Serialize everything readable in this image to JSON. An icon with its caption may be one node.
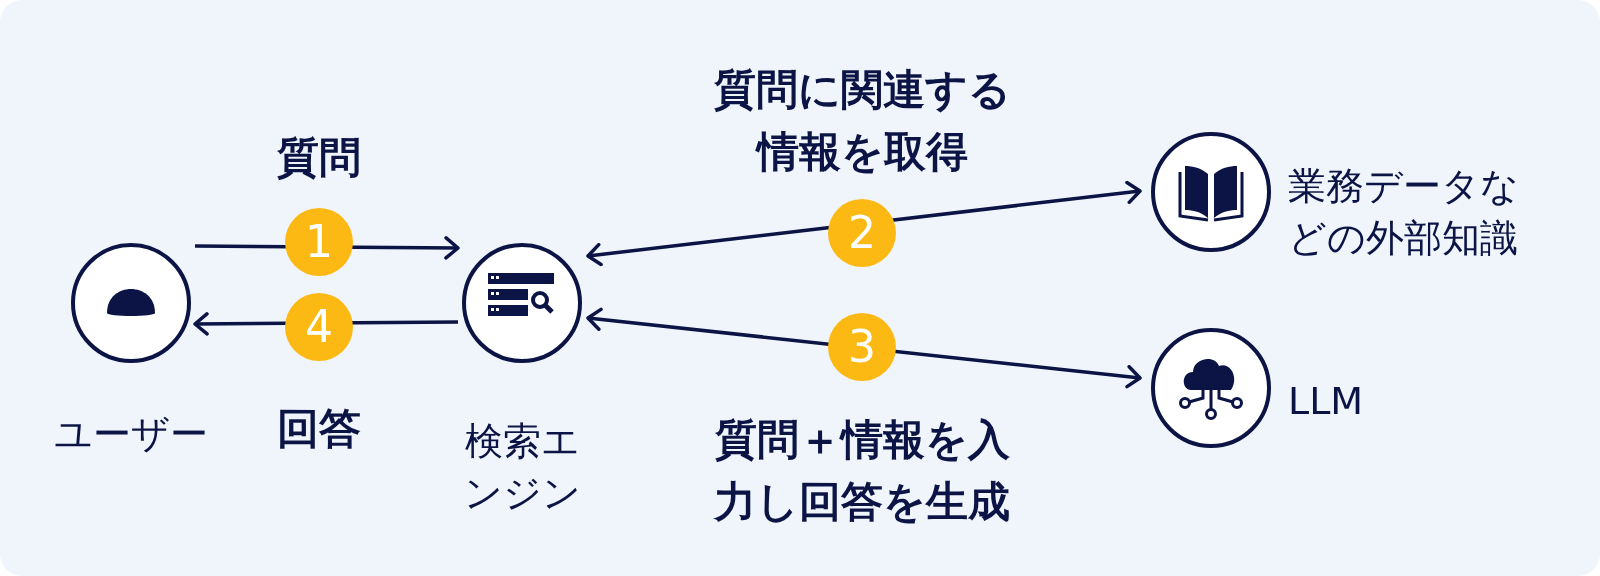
{
  "diagram": {
    "nodes": [
      {
        "text": [
          "ユーザー"
        ]
      },
      {
        "text": [
          "検索エンジン"
        ]
      },
      {
        "text": [
          "業務データなどの外部知識"
        ]
      },
      {
        "text": [
          "LLM"
        ]
      }
    ],
    "edges": [
      {
        "from": 0,
        "to": 1,
        "arrow": "to",
        "label": "質問"
      },
      {
        "from": 1,
        "to": 0,
        "arrow": "to",
        "label": "回答"
      },
      {
        "from": 1,
        "to": 2,
        "arrow": "both",
        "label": "質問に関連する情報を取得"
      },
      {
        "from": 1,
        "to": 3,
        "arrow": "both",
        "label": "質問＋情報を入力し回答を生成"
      }
    ],
    "labels": [
      "1",
      "2",
      "4",
      "3"
    ]
  }
}
